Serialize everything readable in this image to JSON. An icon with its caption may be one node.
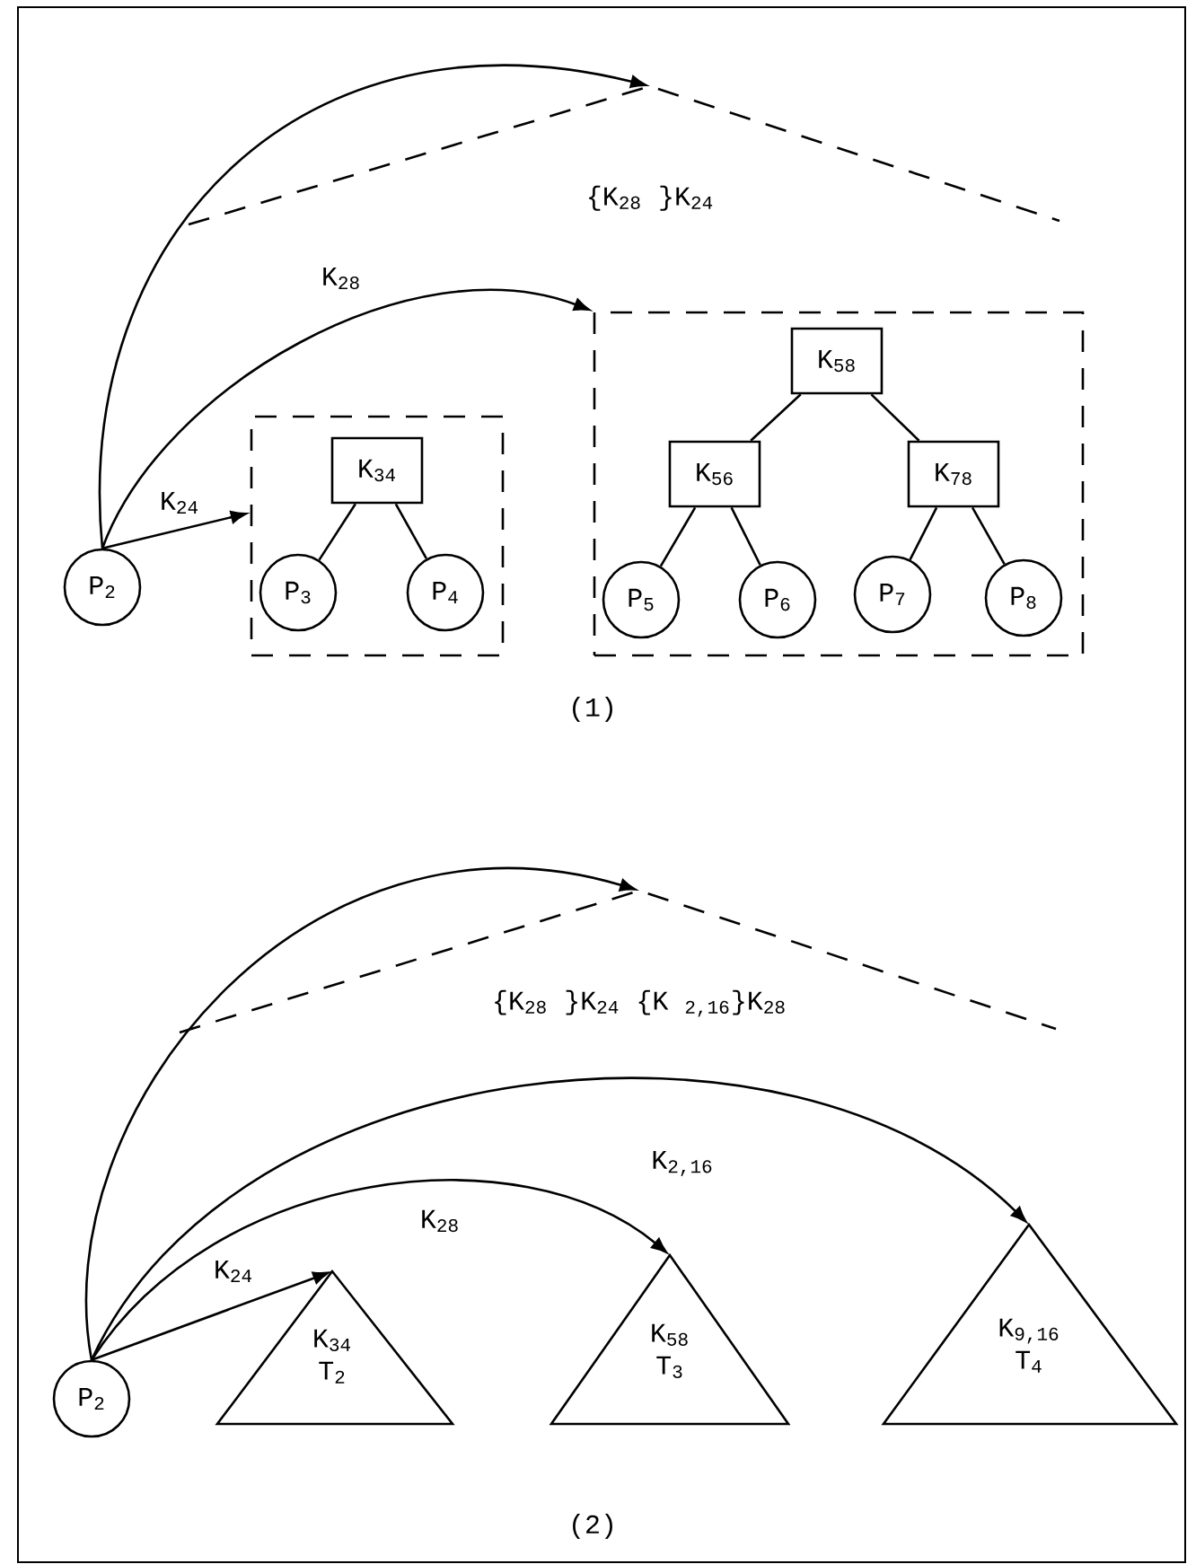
{
  "diagram": {
    "nodes": [
      {
        "text": [
          "P$_{2}$"
        ]
      },
      {
        "text": [],
        "shape": "box"
      },
      {
        "text": [
          "K$_{34}$"
        ],
        "in": 1
      },
      {
        "text": [
          "P$_{3}$"
        ],
        "in": 1
      },
      {
        "text": [
          "P$_{4}$"
        ],
        "in": 1
      },
      {
        "text": [],
        "shape": "box"
      },
      {
        "text": [
          "K$_{58}$"
        ],
        "in": 5
      },
      {
        "text": [
          "K$_{56}$"
        ],
        "in": 5
      },
      {
        "text": [
          "K$_{78}$"
        ],
        "in": 5
      },
      {
        "text": [
          "P$_{5}$"
        ],
        "in": 5
      },
      {
        "text": [
          "P$_{6}$"
        ],
        "in": 5
      },
      {
        "text": [
          "P$_{7}$"
        ],
        "in": 5
      },
      {
        "text": [
          "P$_{8}$"
        ],
        "in": 5
      },
      {
        "text": [
          "{K$_{28}$ }K$_{24}$"
        ]
      },
      {
        "text": [
          "P$_{2}$"
        ]
      },
      {
        "text": [
          "{K$_{28}$ }K$_{24}$ {K $_{2,16}$}K$_{28}$"
        ]
      },
      {
        "text": [
          "K$_{34}$",
          "T$_{2}$"
        ]
      },
      {
        "text": [
          "K$_{58}$",
          "T$_{3}$"
        ]
      },
      {
        "text": [
          "K$_{9,16}$",
          "T$_{4}$"
        ]
      }
    ],
    "edges": [
      {
        "from": 0,
        "to": 13,
        "arrow": "to"
      },
      {
        "from": 0,
        "to": 5,
        "arrow": "to",
        "label": "K$_{28}$"
      },
      {
        "from": 0,
        "to": 1,
        "arrow": "to",
        "label": "K$_{24}$"
      },
      {
        "from": 2,
        "to": 3,
        "arrow": "none"
      },
      {
        "from": 2,
        "to": 4,
        "arrow": "none"
      },
      {
        "from": 6,
        "to": 7,
        "arrow": "none"
      },
      {
        "from": 6,
        "to": 8,
        "arrow": "none"
      },
      {
        "from": 7,
        "to": 9,
        "arrow": "none"
      },
      {
        "from": 7,
        "to": 10,
        "arrow": "none"
      },
      {
        "from": 8,
        "to": 11,
        "arrow": "none"
      },
      {
        "from": 8,
        "to": 12,
        "arrow": "none"
      },
      {
        "from": 14,
        "to": 15,
        "arrow": "to"
      },
      {
        "from": 14,
        "to": 16,
        "arrow": "to",
        "label": "K$_{24}$"
      },
      {
        "from": 14,
        "to": 17,
        "arrow": "to",
        "label": "K$_{28}$"
      },
      {
        "from": 14,
        "to": 18,
        "arrow": "to",
        "label": "K$_{2,16}$"
      }
    ],
    "labels": [
      "(1)",
      "(2)"
    ]
  }
}
